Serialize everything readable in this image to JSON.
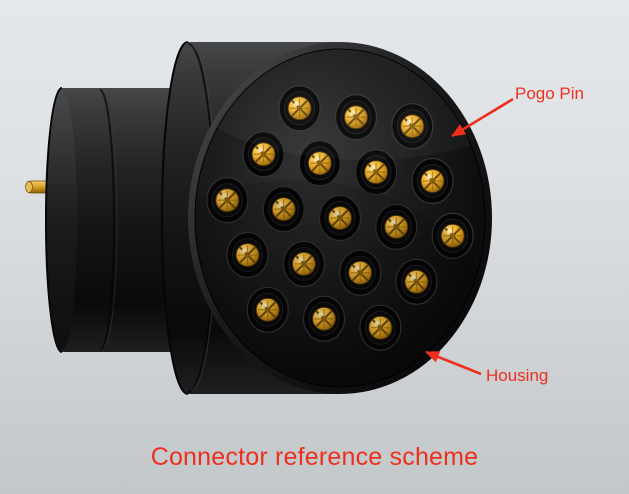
{
  "figure": {
    "caption": "Connector reference scheme",
    "annotations": [
      {
        "label": "Pogo Pin"
      },
      {
        "label": "Housing"
      }
    ],
    "pin_count": 19,
    "colors": {
      "annotation_red": "#ef2f1e",
      "pin_gold": "#e9ad25",
      "housing_dark": "#141416",
      "background_top": "#e4e8ea",
      "background_bottom": "#c2c7ca"
    }
  }
}
